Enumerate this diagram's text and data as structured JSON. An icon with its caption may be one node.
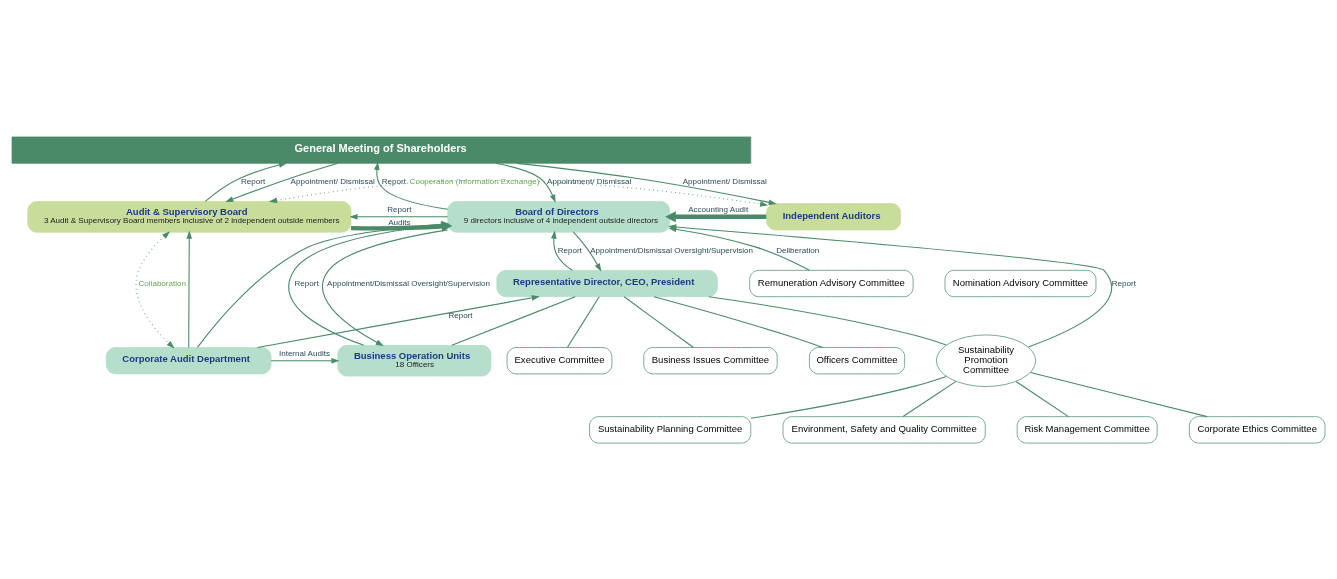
{
  "diagram": {
    "nodes": [
      {
        "text": [
          "General Meeting of Shareholders"
        ]
      },
      {
        "text": [
          "Audit & Supervisory Board",
          "3 Audit & Supervisory Board members inclusive of 2 independent outside members"
        ]
      },
      {
        "text": [
          "Board of Directors",
          "9 directors inclusive of 4 independent outside directors"
        ]
      },
      {
        "text": [
          "Independent Auditors"
        ]
      },
      {
        "text": [
          "Representative Director, CEO, President"
        ]
      },
      {
        "text": [
          "Remuneration Advisory Committee"
        ]
      },
      {
        "text": [
          "Nomination Advisory Committee"
        ]
      },
      {
        "text": [
          "Executive Committee"
        ]
      },
      {
        "text": [
          "Business Issues Committee"
        ]
      },
      {
        "text": [
          "Officers Committee"
        ]
      },
      {
        "text": [
          "Sustainability Promotion Committee"
        ]
      },
      {
        "text": [
          "Sustainability Planning Committee"
        ]
      },
      {
        "text": [
          "Environment, Safety and Quality Committee"
        ]
      },
      {
        "text": [
          "Risk Management Committee"
        ]
      },
      {
        "text": [
          "Corporate Ethics Committee"
        ]
      },
      {
        "text": [
          "Corporate Audit Department"
        ]
      },
      {
        "text": [
          "Business Operation Units",
          "18 Officers"
        ]
      }
    ],
    "edges": [
      {
        "from": 0,
        "to": 1,
        "arrow": "to",
        "label": "Appointment/ Dismissal"
      },
      {
        "from": 1,
        "to": 0,
        "arrow": "to",
        "label": "Report"
      },
      {
        "from": 0,
        "to": 2,
        "arrow": "to",
        "label": "Appointment/ Dismissal"
      },
      {
        "from": 2,
        "to": 0,
        "arrow": "to",
        "label": "Report"
      },
      {
        "from": 0,
        "to": 3,
        "arrow": "to",
        "label": "Appointment/ Dismissal"
      },
      {
        "from": 1,
        "to": 2,
        "arrow": "to",
        "label": "Audits",
        "style": "thick"
      },
      {
        "from": 2,
        "to": 1,
        "arrow": "to",
        "label": "Report"
      },
      {
        "from": 3,
        "to": 2,
        "arrow": "to",
        "label": "Accounting Audit",
        "style": "thick"
      },
      {
        "from": 1,
        "to": 3,
        "arrow": "both",
        "label": "Cooperation (Information Exchange)",
        "style": "dashed"
      },
      {
        "from": 2,
        "to": 4,
        "arrow": "to",
        "label": "Appointment/Dismissal Oversight/Supervision"
      },
      {
        "from": 4,
        "to": 2,
        "arrow": "to",
        "label": "Report"
      },
      {
        "from": 5,
        "to": 2,
        "arrow": "to",
        "label": "Deliberation"
      },
      {
        "from": 10,
        "to": 2,
        "arrow": "to",
        "label": "Report"
      },
      {
        "from": 2,
        "to": 16,
        "arrow": "to",
        "label": "Appointment/Dismissal Oversight/Supervision"
      },
      {
        "from": 16,
        "to": 2,
        "arrow": "to",
        "label": "Report"
      },
      {
        "from": 15,
        "to": 1,
        "arrow": "to"
      },
      {
        "from": 15,
        "to": 2,
        "arrow": "to"
      },
      {
        "from": 15,
        "to": 4,
        "arrow": "to",
        "label": "Report"
      },
      {
        "from": 1,
        "to": 15,
        "arrow": "both",
        "label": "Collaboration",
        "style": "dashed"
      },
      {
        "from": 15,
        "to": 16,
        "arrow": "to",
        "label": "Internal Audits"
      },
      {
        "from": 4,
        "to": 7,
        "arrow": "none"
      },
      {
        "from": 4,
        "to": 8,
        "arrow": "none"
      },
      {
        "from": 4,
        "to": 9,
        "arrow": "none"
      },
      {
        "from": 4,
        "to": 10,
        "arrow": "none"
      },
      {
        "from": 4,
        "to": 16,
        "arrow": "none"
      },
      {
        "from": 10,
        "to": 11,
        "arrow": "none"
      },
      {
        "from": 10,
        "to": 12,
        "arrow": "none"
      },
      {
        "from": 10,
        "to": 13,
        "arrow": "none"
      },
      {
        "from": 10,
        "to": 14,
        "arrow": "none"
      }
    ]
  }
}
